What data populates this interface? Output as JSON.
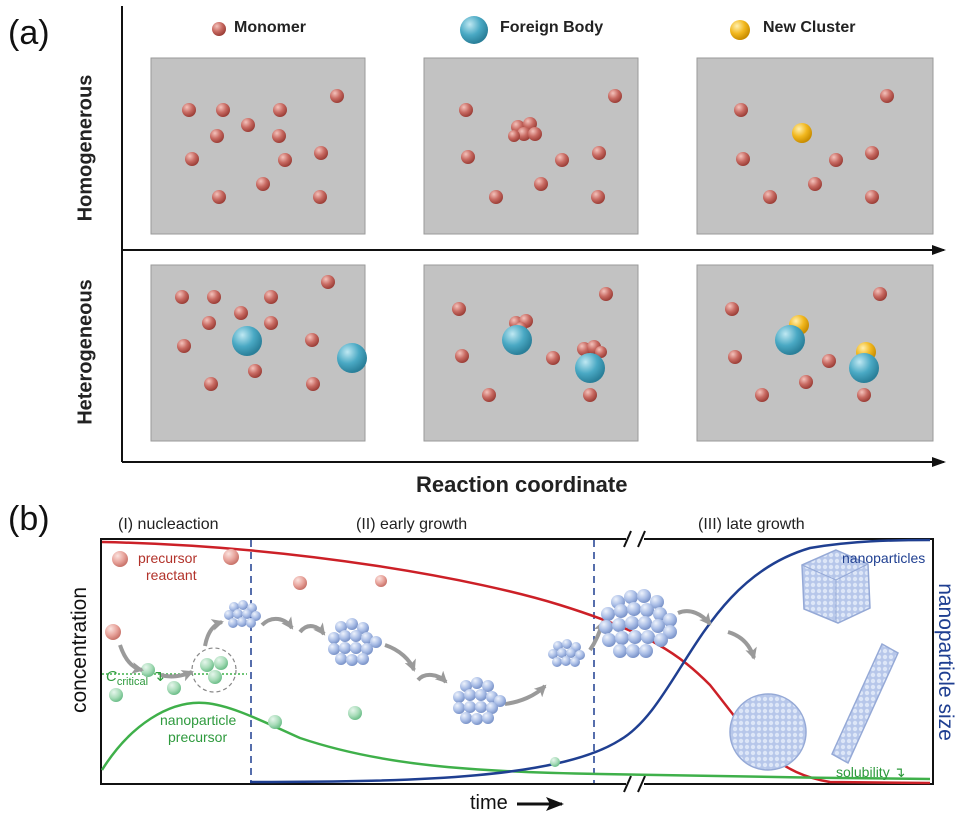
{
  "panel_a": {
    "label": "(a)",
    "legend": {
      "monomer": "Monomer",
      "foreign_body": "Foreign Body",
      "new_cluster": "New Cluster"
    },
    "row_labels": {
      "top": "Homogenerous",
      "bottom": "Heterogeneous"
    },
    "x_axis_label": "Reaction coordinate"
  },
  "panel_b": {
    "label": "(b)",
    "stages": {
      "nucleation": "(I) nucleaction",
      "early": "(II) early growth",
      "late": "(III) late growth"
    },
    "y_left": "concentration",
    "y_right": "nanoparticle size",
    "x_label": "time",
    "precursor_reactant": [
      "precursor",
      "reactant"
    ],
    "nanoparticle_precursor": [
      "nanoparticle",
      "precursor"
    ],
    "c_critical": {
      "symbol": "C",
      "subscript": "critical"
    },
    "nanoparticles": "nanoparticles",
    "solubility": "solubility"
  },
  "colors": {
    "monomer": "#c86a62",
    "foreign_body": "#4aa9c4",
    "new_cluster": "#f2b81f",
    "panel_gray": "#c2c2c2",
    "red_curve": "#cc2027",
    "blue_curve": "#1f3f91",
    "green_curve": "#3fb04a"
  }
}
